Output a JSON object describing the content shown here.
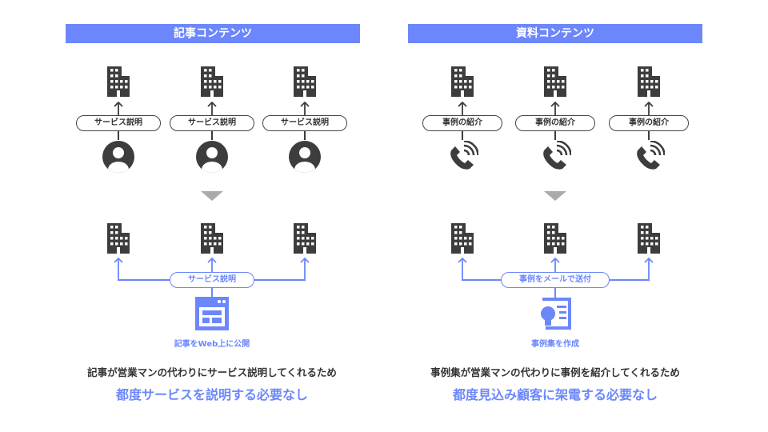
{
  "left": {
    "title": "記事コンテンツ",
    "before_label": "サービス説明",
    "after_label": "サービス説明",
    "source_caption": "記事をWeb上に公開",
    "lead": "記事が営業マンの代わりにサービス説明してくれるため",
    "emphasis": "都度サービスを説明する必要なし"
  },
  "right": {
    "title": "資料コンテンツ",
    "before_label": "事例の紹介",
    "after_label": "事例をメールで送付",
    "source_caption": "事例集を作成",
    "lead": "事例集が営業マンの代わりに事例を紹介してくれるため",
    "emphasis": "都度見込み顧客に架電する必要なし"
  },
  "colors": {
    "accent": "#6c87fb",
    "icon": "#3d3d3d"
  }
}
